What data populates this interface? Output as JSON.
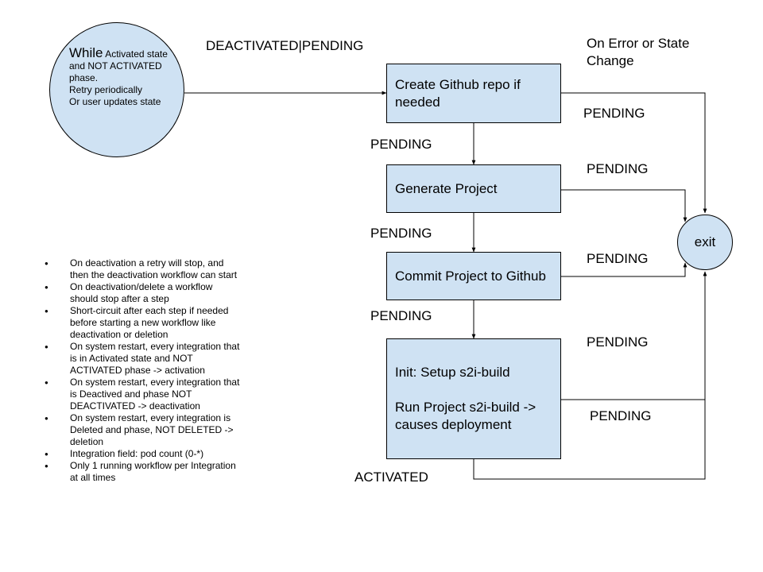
{
  "start": {
    "title": "While",
    "text": "Activated state and NOT ACTIVATED phase.",
    "retry": "Retry periodically",
    "updates": "Or user updates state"
  },
  "top_label": "DEACTIVATED|PENDING",
  "error_label": "On Error or State Change",
  "steps": [
    {
      "label": "Create Github repo if needed"
    },
    {
      "label": "Generate Project"
    },
    {
      "label": "Commit Project to Github"
    },
    {
      "line1": "Init: Setup s2i-build",
      "line2": "Run Project s2i-build -> causes deployment"
    }
  ],
  "exit": {
    "label": "exit"
  },
  "edge_labels": {
    "step1_down": "PENDING",
    "step2_down": "PENDING",
    "step3_down": "PENDING",
    "step4_done": "ACTIVATED",
    "step1_exit": "PENDING",
    "step2_exit": "PENDING",
    "step3_exit": "PENDING",
    "step4_exit_a": "PENDING",
    "step4_exit_b": "PENDING"
  },
  "notes": [
    "On deactivation a retry will stop, and then the deactivation workflow can start",
    "On deactivation/delete a workflow should stop after a step",
    "Short-circuit after each step if needed before starting a new workflow like deactivation or deletion",
    "On system restart, every integration that is in Activated state and NOT ACTIVATED phase -> activation",
    "On system restart, every integration that is Deactived and phase NOT DEACTIVATED  -> deactivation",
    "On system restart, every integration is Deleted and phase, NOT DELETED -> deletion",
    "Integration field: pod count (0-*)",
    "Only 1 running workflow per Integration at all times"
  ]
}
